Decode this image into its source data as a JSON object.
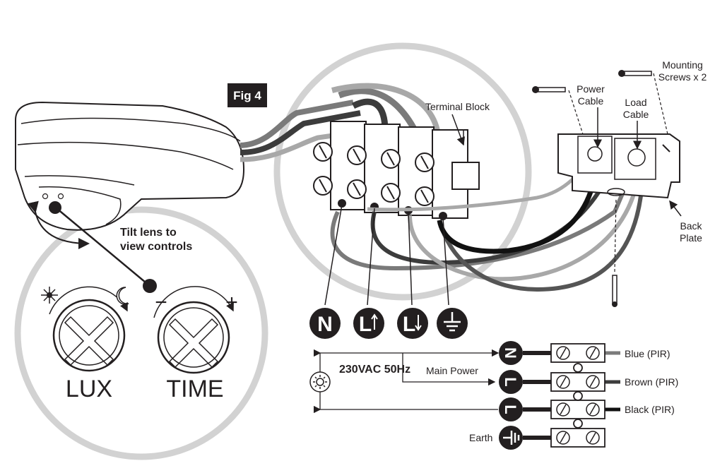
{
  "figure": {
    "fig_label": "Fig 4"
  },
  "labels": {
    "terminal_block": "Terminal Block",
    "power_cable_1": "Power",
    "power_cable_2": "Cable",
    "load_cable_1": "Load",
    "load_cable_2": "Cable",
    "mounting_screws_1": "Mounting",
    "mounting_screws_2": "Screws x 2",
    "back_plate_1": "Back",
    "back_plate_2": "Plate",
    "tilt_lens_1": "Tilt lens to",
    "tilt_lens_2": "view controls",
    "lux": "LUX",
    "time": "TIME",
    "minus": "−",
    "plus": "+",
    "supply": "230VAC 50Hz",
    "main_power": "Main Power",
    "blue_pir": "Blue (PIR)",
    "brown_pir": "Brown (PIR)",
    "black_pir": "Black (PIR)",
    "earth": "Earth"
  },
  "symbols": {
    "neutral": "N",
    "live_in": "L",
    "live_out": "L"
  },
  "icons": [
    "sun-icon",
    "moon-icon",
    "lamp-icon",
    "earth-icon",
    "arrow-up-icon",
    "arrow-down-icon"
  ],
  "colors": {
    "ink": "#231f20",
    "lens_ring": "#d2d2d2",
    "wire_dark": "#3c3c3c",
    "wire_mid": "#7a7a7a",
    "wire_light": "#a8a8a8"
  }
}
